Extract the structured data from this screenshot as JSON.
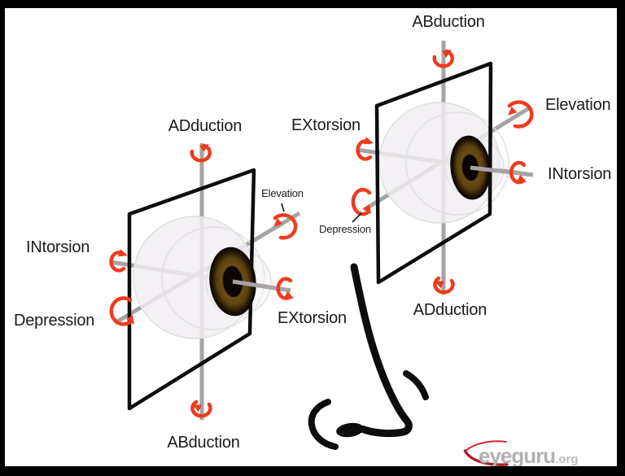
{
  "figure": {
    "type": "ocular-rotation-diagram",
    "left_eye": {
      "adduction": "ADduction",
      "intorsion": "INtorsion",
      "depression": "Depression",
      "elevation": "Elevation",
      "extorsion": "EXtorsion",
      "abduction": "ABduction"
    },
    "right_eye": {
      "abduction": "ABduction",
      "elevation": "Elevation",
      "intorsion": "INtorsion",
      "extorsion": "EXtorsion",
      "depression": "Depression",
      "adduction": "ADduction"
    }
  },
  "logo": {
    "text": "eyeguru",
    "suffix": ".org"
  },
  "colors": {
    "arrow_red": "#ee3b1e",
    "axis_gray": "#a6a3a4",
    "plane_black": "#0d0d0d",
    "sphere_fill": "#f1eef2",
    "label_color": "#1b1b1b",
    "logo_gray": "#b3b0b3",
    "logo_red": "#c9252c"
  }
}
